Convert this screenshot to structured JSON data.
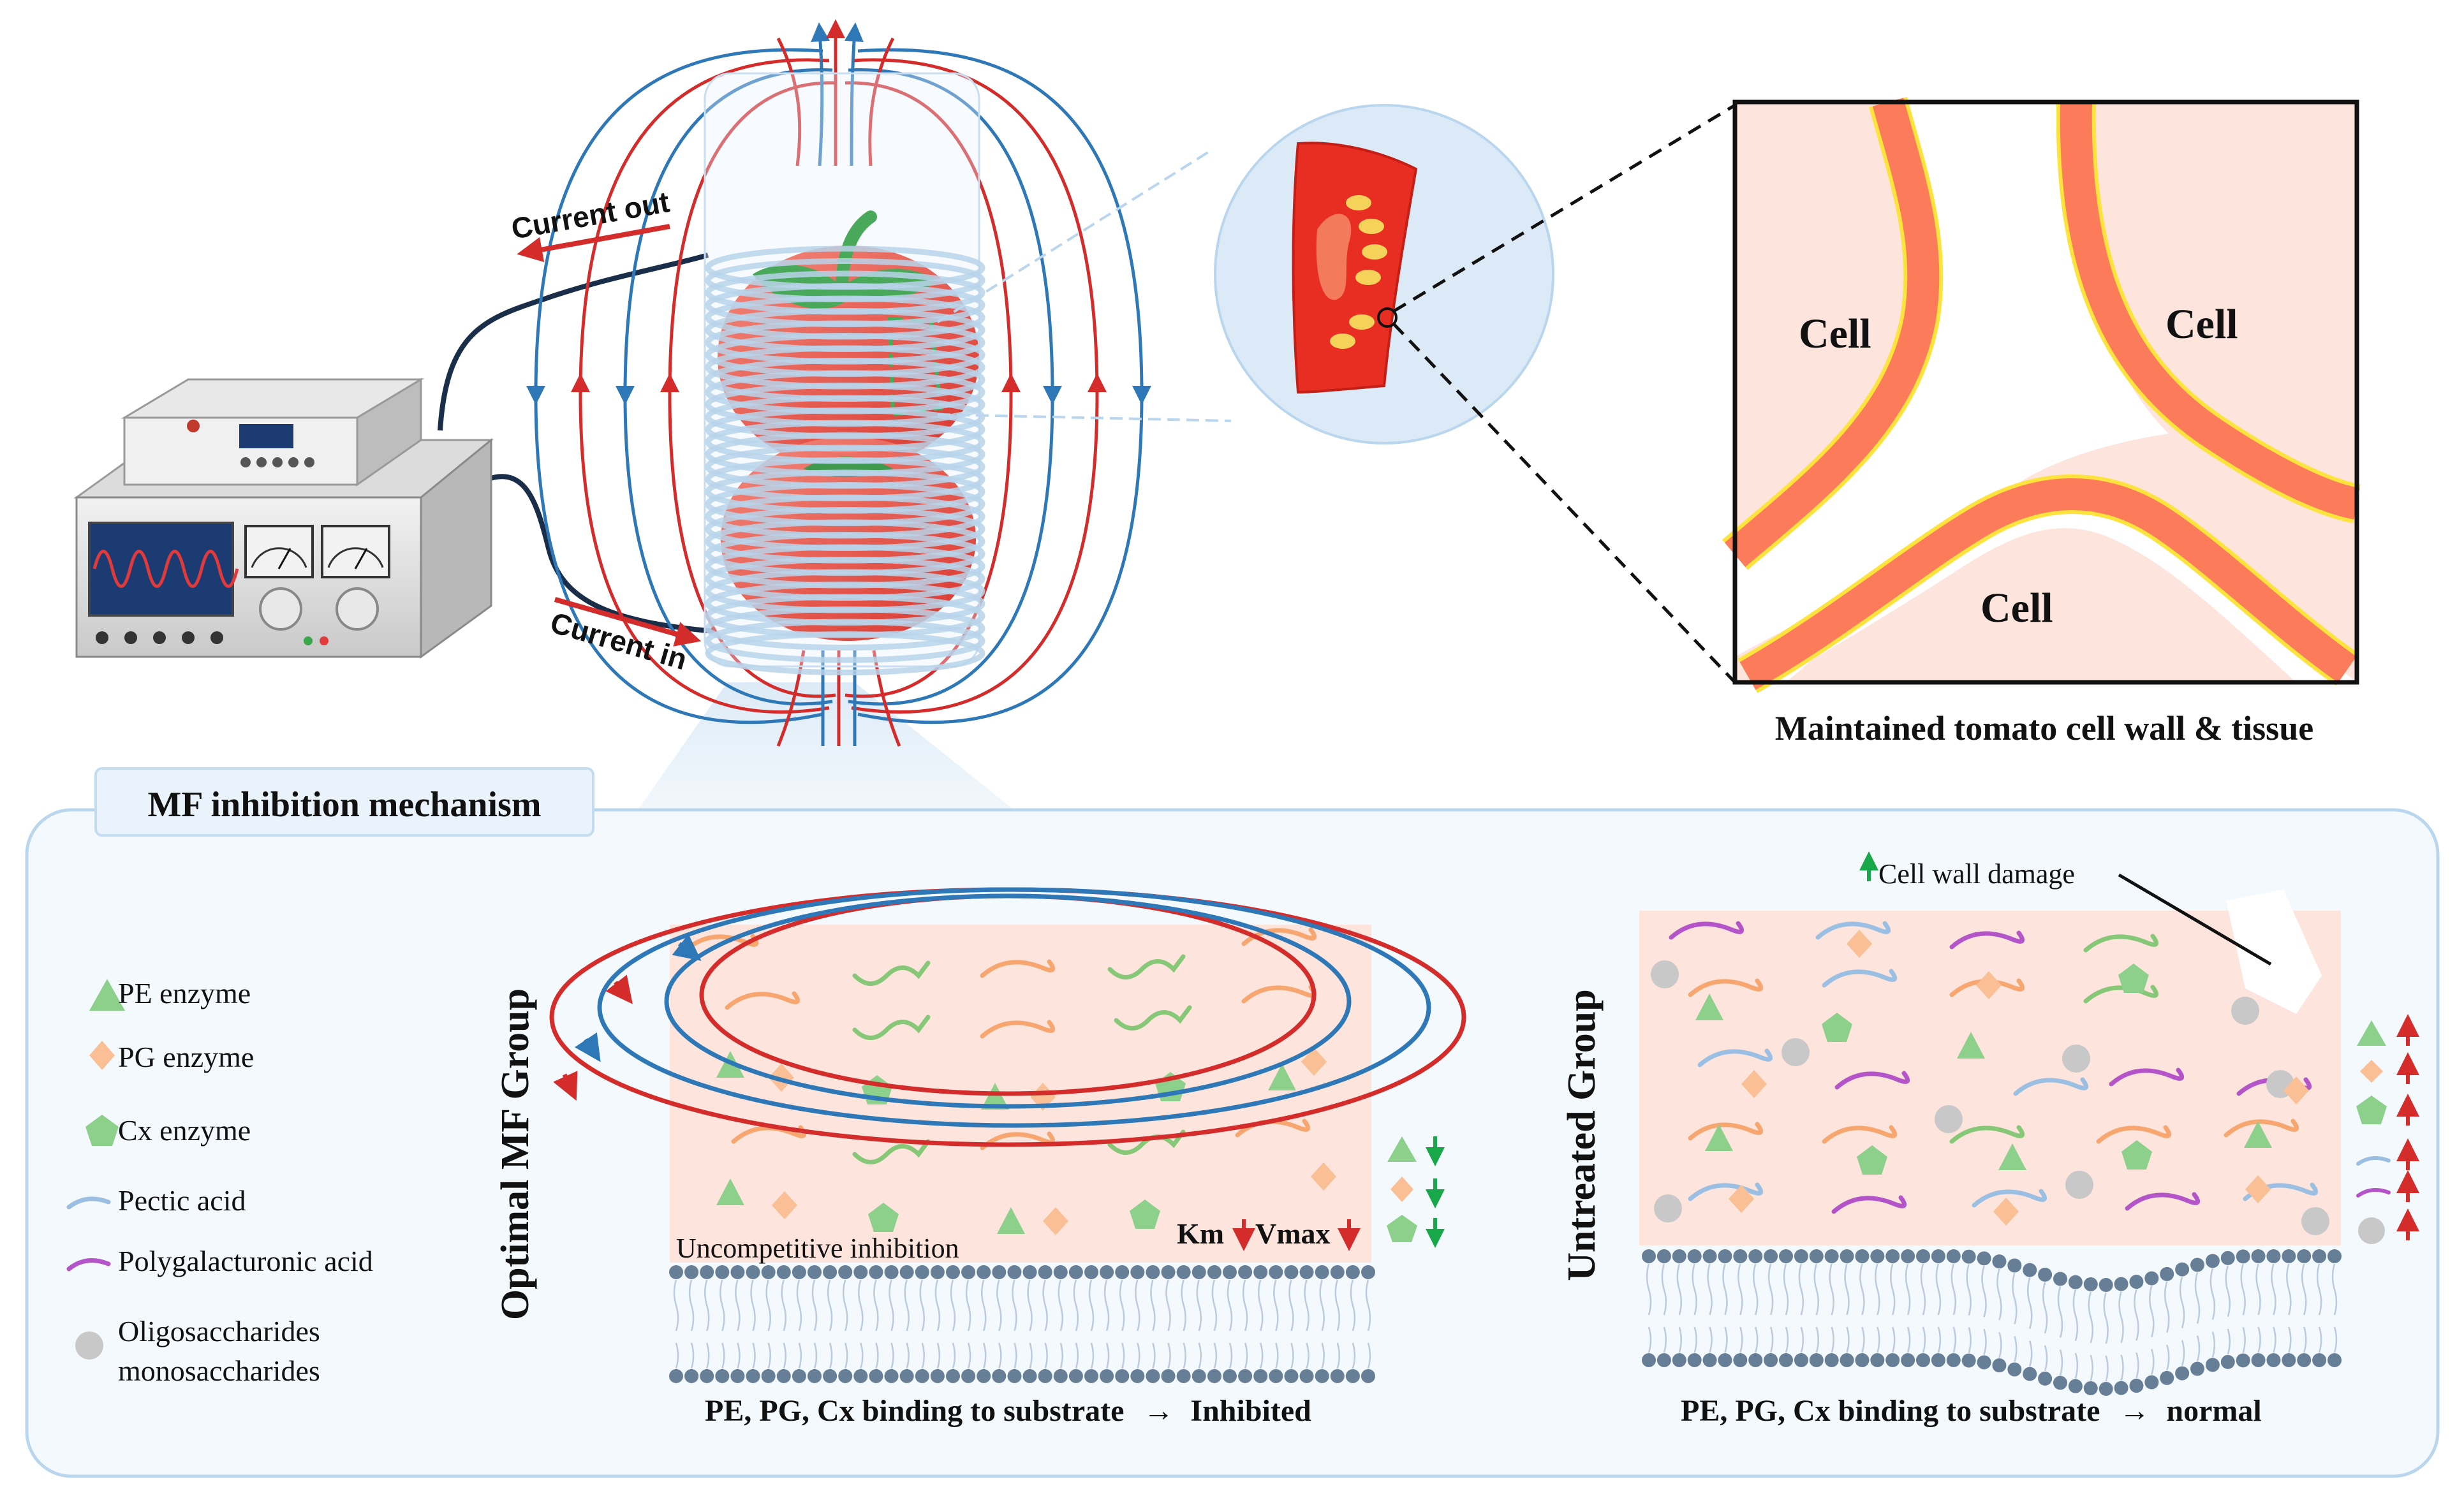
{
  "apparatus": {
    "current_out_label": "Current out",
    "current_in_label": "Current in"
  },
  "cell_zoom": {
    "cell_labels": [
      "Cell",
      "Cell",
      "Cell"
    ],
    "caption": "Maintained tomato cell wall & tissue"
  },
  "mechanism": {
    "title": "MF inhibition mechanism",
    "legend": [
      {
        "icon": "triangle-icon",
        "label": "PE enzyme",
        "color": "#8cd08c"
      },
      {
        "icon": "diamond-icon",
        "label": "PG enzyme",
        "color": "#fbbf95"
      },
      {
        "icon": "pentagon-icon",
        "label": "Cx enzyme",
        "color": "#8cd08c"
      },
      {
        "icon": "curve-icon",
        "label": "Pectic acid",
        "color": "#9bbfe3"
      },
      {
        "icon": "curve-icon",
        "label": "Polygalacturonic acid",
        "color": "#b355c9"
      },
      {
        "icon": "circle-icon",
        "label": "Oligosaccharides",
        "label2": "monosaccharides",
        "color": "#c8c8c8"
      }
    ],
    "optimal": {
      "group_label": "Optimal MF Group",
      "inhibition_label": "Uncompetitive inhibition",
      "km_label": "Km",
      "vmax_label": "Vmax",
      "caption": "PE, PG, Cx binding to substrate",
      "caption_arrow": "→",
      "caption_result": "Inhibited"
    },
    "untreated": {
      "group_label": "Untreated Group",
      "damage_label": "Cell wall damage",
      "caption": "PE, PG, Cx binding to substrate",
      "caption_arrow": "→",
      "caption_result": "normal"
    }
  },
  "colors": {
    "red": "#d42b2b",
    "blue": "#2f78b8",
    "green_arrow": "#18a84a",
    "tomato": "#e8453c",
    "cell_wall": "#fb7b5a",
    "tissue": "#fde4dc",
    "panel_bg": "#f4f9fd",
    "panel_border": "#b9d6ee",
    "membrane": "#667e96"
  }
}
